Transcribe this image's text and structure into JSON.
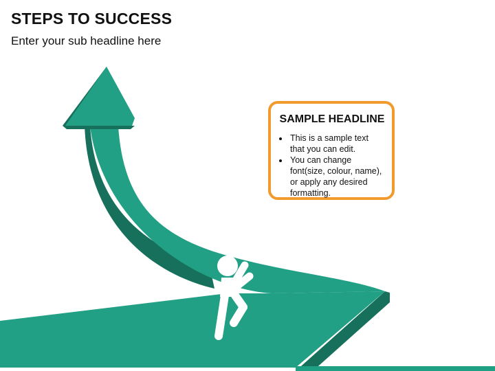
{
  "slide": {
    "title": "STEPS TO SUCCESS",
    "subtitle": "Enter your sub headline here"
  },
  "callout": {
    "headline": "SAMPLE HEADLINE",
    "bullets": [
      "This is a sample text that you can edit.",
      "You can change font(size, colour, name), or apply any desired formatting."
    ]
  },
  "colors": {
    "arrow_face": "#22A085",
    "arrow_side": "#17705C",
    "callout_border": "#F29A2E",
    "figure": "#FFFFFF"
  },
  "icons": {
    "arrow": "curved-up-arrow",
    "figure": "climbing-person-icon"
  }
}
